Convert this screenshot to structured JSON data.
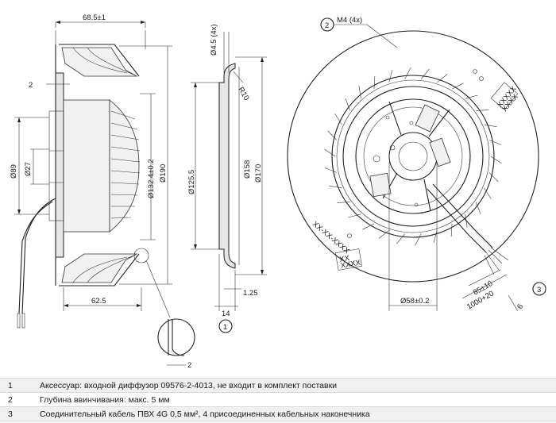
{
  "dimensions": {
    "side": {
      "width_top": "68.5±1",
      "lip": "2",
      "d89": "Ø89",
      "d27": "Ø27",
      "d132": "Ø132.4±0.2",
      "d190": "Ø190",
      "width_bottom": "62.5",
      "detail_gap": "2"
    },
    "nozzle": {
      "holes": "Ø4.5 (4x)",
      "radius": "R10",
      "d1255": "Ø125.5",
      "d158": "Ø158",
      "d170": "Ø170",
      "depth": "14",
      "thickness": "1.25",
      "callout": "1"
    },
    "front": {
      "thread": "M4 (4x)",
      "thread_callout": "2",
      "hub": "Ø58±0.2",
      "cable_callout": "3",
      "strip": "85±10",
      "cable_len": "1000+20",
      "end": "6",
      "label_top": "XXXXX\nXXXX",
      "label_bottom": "XX\nXXXX",
      "label_left": "XX-XX-XXXX"
    }
  },
  "notes": [
    {
      "num": "1",
      "text": "Аксессуар: входной диффузор 09576-2-4013, не входит в комплект поставки"
    },
    {
      "num": "2",
      "text": "Глубина ввинчивания: макс. 5 мм"
    },
    {
      "num": "3",
      "text": "Соединительный кабель ПВХ 4G 0,5 мм², 4 присоединенных кабельных наконечника"
    }
  ]
}
